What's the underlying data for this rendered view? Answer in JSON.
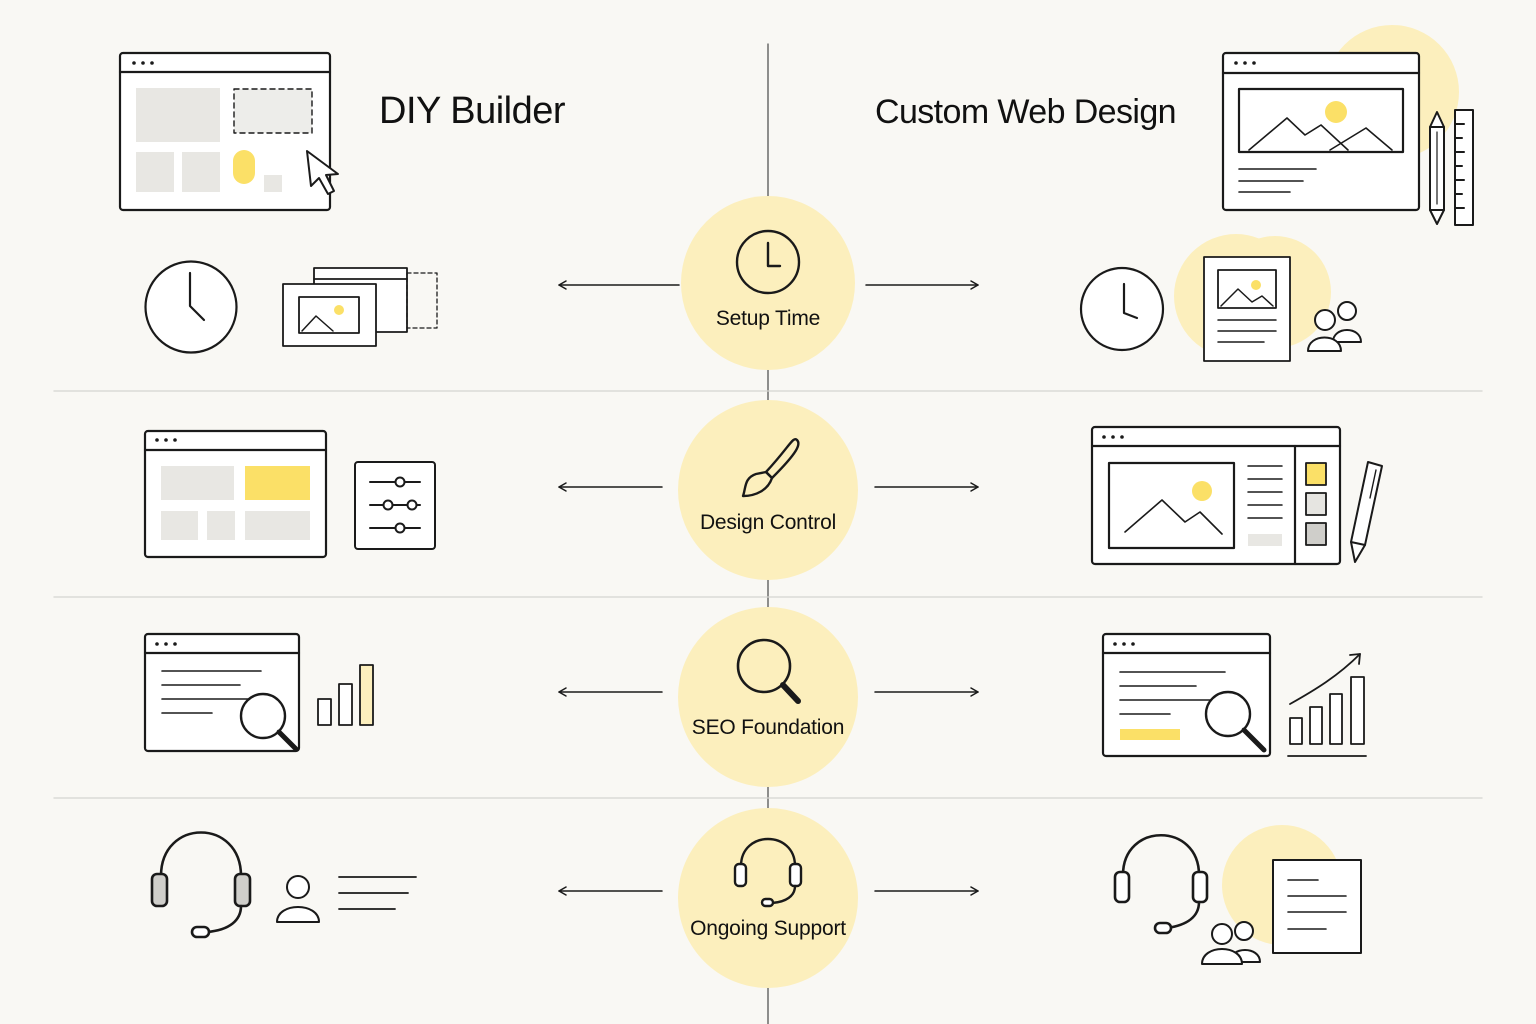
{
  "left_title": "DIY Builder",
  "right_title": "Custom Web Design",
  "rows": [
    {
      "label": "Setup Time",
      "icon": "clock-icon"
    },
    {
      "label": "Design Control",
      "icon": "paintbrush-icon"
    },
    {
      "label": "SEO Foundation",
      "icon": "magnifier-icon"
    },
    {
      "label": "Ongoing Support",
      "icon": "headset-icon"
    }
  ],
  "colors": {
    "background": "#f9f8f4",
    "accent_yellow": "#fbe067",
    "soft_yellow": "#fcefbd",
    "stroke": "#1a1a1a",
    "panel_gray": "#e6e5e1",
    "divider": "#d4d4d0"
  }
}
